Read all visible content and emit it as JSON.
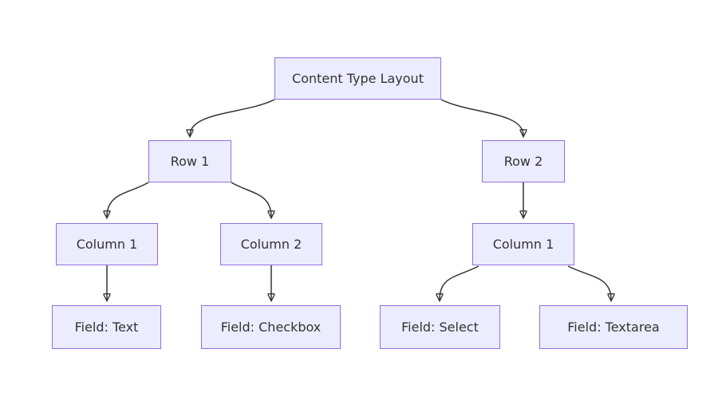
{
  "diagram": {
    "type": "flowchart-top-down",
    "colors": {
      "background": "#FFFFFF",
      "node_fill": "#ECECFF",
      "node_border": "#9370DB",
      "edge_stroke": "#333333",
      "text": "#333333"
    },
    "nodes": [
      {
        "id": "layout",
        "label": "Content Type Layout"
      },
      {
        "id": "row1",
        "label": "Row 1"
      },
      {
        "id": "row2",
        "label": "Row 2"
      },
      {
        "id": "col1-row1",
        "label": "Column 1"
      },
      {
        "id": "col2-row1",
        "label": "Column 2"
      },
      {
        "id": "col1-row2",
        "label": "Column 1"
      },
      {
        "id": "field-text",
        "label": "Field: Text"
      },
      {
        "id": "field-checkbox",
        "label": "Field: Checkbox"
      },
      {
        "id": "field-select",
        "label": "Field: Select"
      },
      {
        "id": "field-textarea",
        "label": "Field: Textarea"
      }
    ],
    "edges": [
      {
        "from": "layout",
        "to": "row1"
      },
      {
        "from": "layout",
        "to": "row2"
      },
      {
        "from": "row1",
        "to": "col1-row1"
      },
      {
        "from": "row1",
        "to": "col2-row1"
      },
      {
        "from": "row2",
        "to": "col1-row2"
      },
      {
        "from": "col1-row1",
        "to": "field-text"
      },
      {
        "from": "col2-row1",
        "to": "field-checkbox"
      },
      {
        "from": "col1-row2",
        "to": "field-select"
      },
      {
        "from": "col1-row2",
        "to": "field-textarea"
      }
    ]
  }
}
